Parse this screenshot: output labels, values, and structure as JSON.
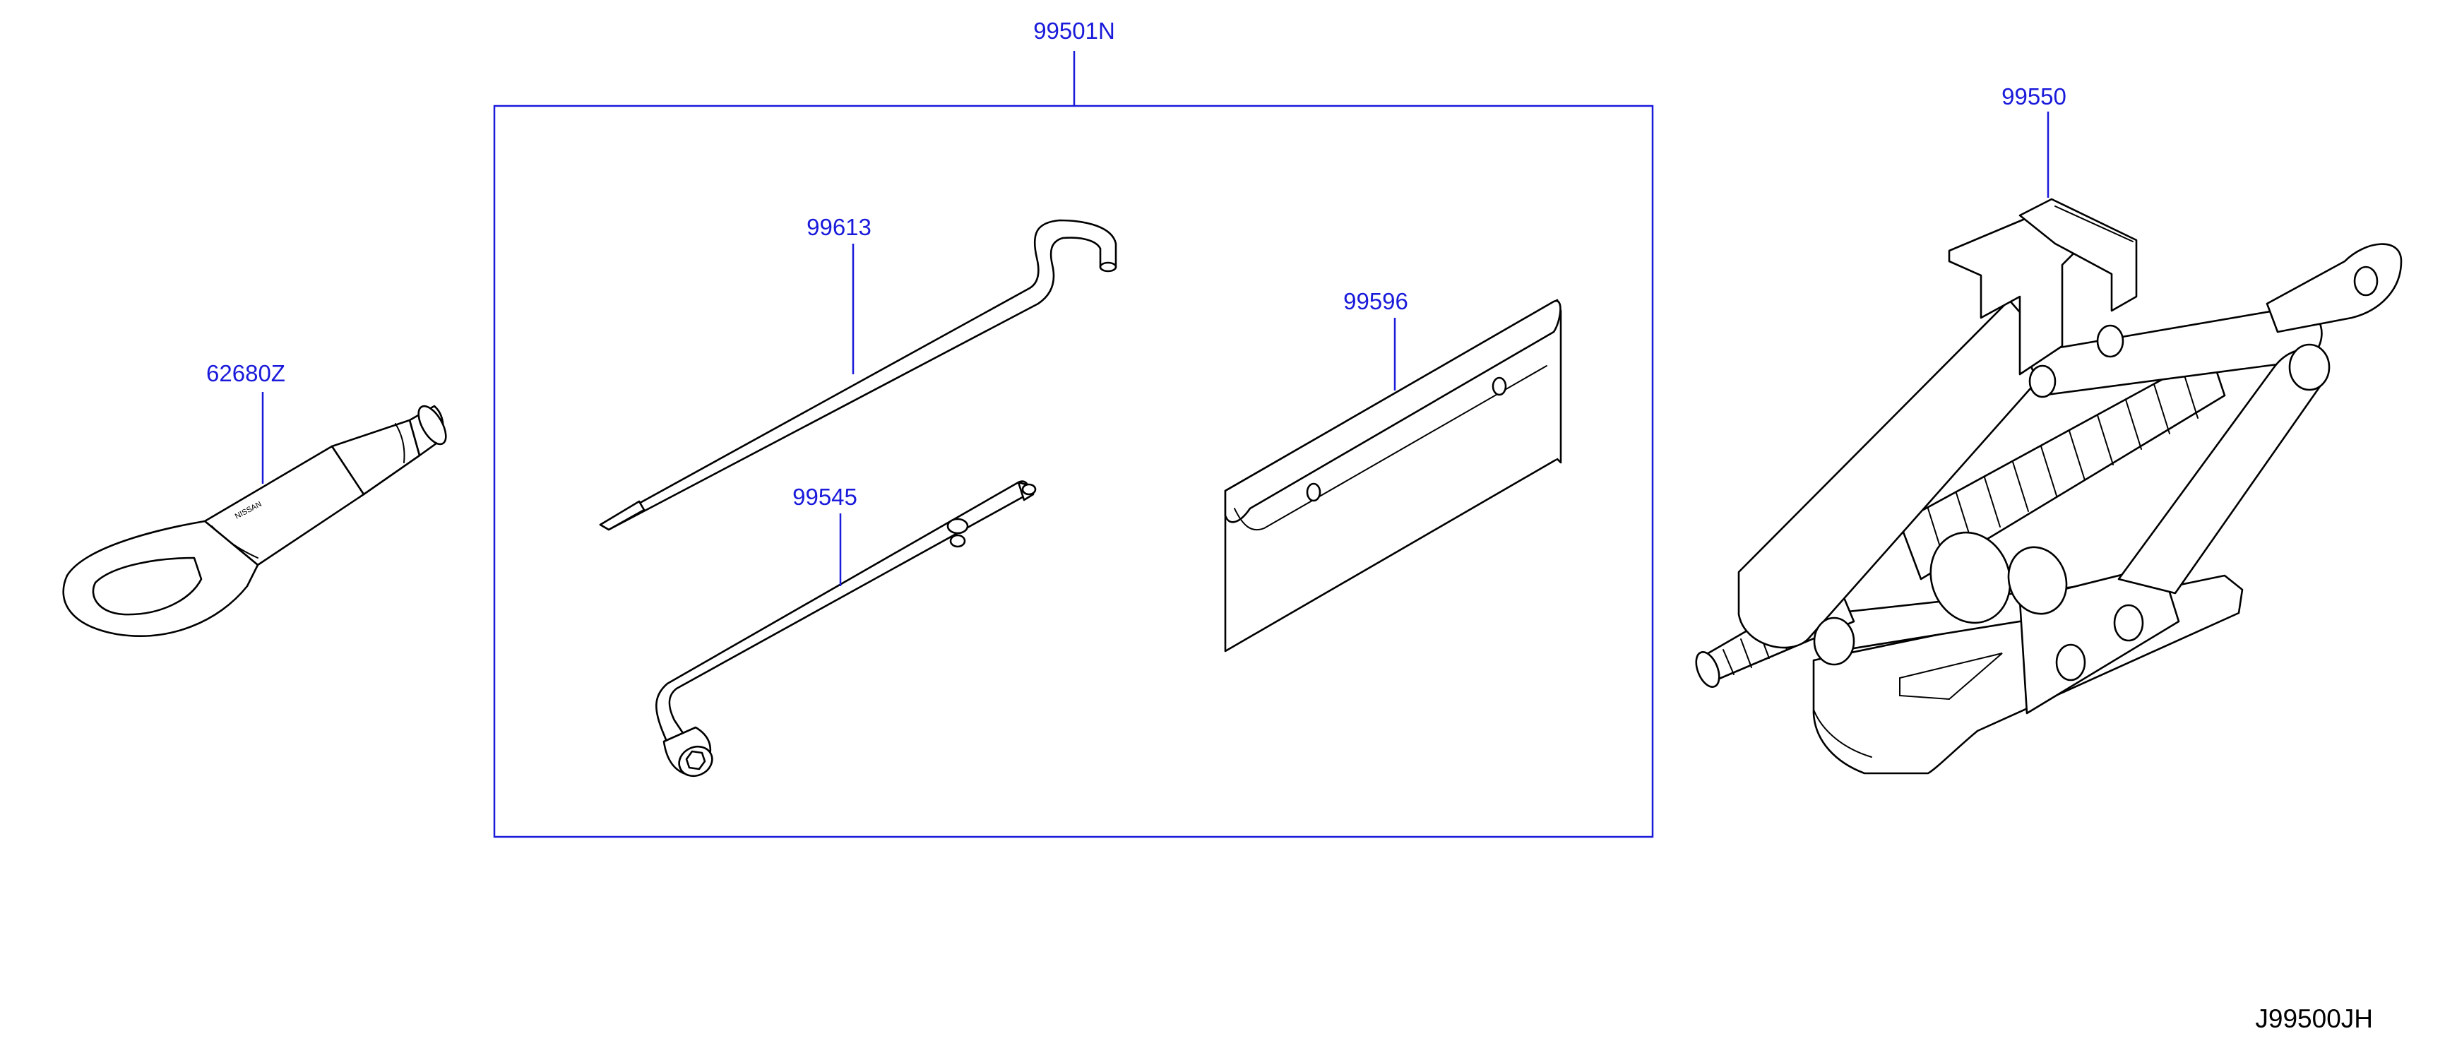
{
  "diagram": {
    "drawing_code": "J99500JH",
    "kit": {
      "part_number": "99501N"
    },
    "parts": [
      {
        "part_number": "62680Z",
        "icon": "tow-hook-icon"
      },
      {
        "part_number": "99613",
        "icon": "jack-handle-rod-icon"
      },
      {
        "part_number": "99545",
        "icon": "lug-wrench-icon"
      },
      {
        "part_number": "99596",
        "icon": "tool-bag-icon"
      },
      {
        "part_number": "99550",
        "icon": "scissor-jack-icon"
      }
    ],
    "tow_hook_stamp": "NISSAN"
  }
}
